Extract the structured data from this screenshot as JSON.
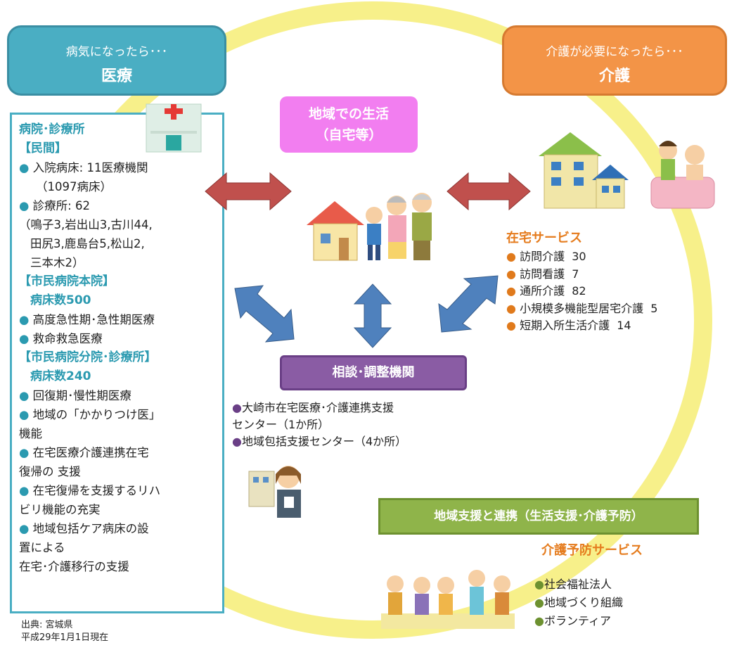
{
  "medical": {
    "header_line1": "病気になったら･･･",
    "header_line2": "医療",
    "panel": {
      "hospital_title": "病院･診療所",
      "private_heading": "【民間】",
      "inpatient_line": "入院病床: 11医療機関",
      "inpatient_beds": "（1097病床）",
      "clinics_line": "診療所: 62",
      "clinics_detail_1": "（鳴子3,岩出山3,古川44,",
      "clinics_detail_2": "田尻3,鹿島台5,松山2,",
      "clinics_detail_3": "三本木2）",
      "main_hospital_heading": "【市民病院本院】",
      "main_hospital_beds": "病床数500",
      "main_item_1": "高度急性期･急性期医療",
      "main_item_2": "救命救急医療",
      "branch_heading": "【市民病院分院･診療所】",
      "branch_beds": "病床数240",
      "branch_item_1": "回復期･慢性期医療",
      "branch_item_2a": "地域の「かかりつけ医」",
      "branch_item_2b": "機能",
      "branch_item_3a": "在宅医療介護連携在宅",
      "branch_item_3b": "復帰の 支援",
      "branch_item_4a": "在宅復帰を支援するリハ",
      "branch_item_4b": "ビリ機能の充実",
      "branch_item_5a": "地域包括ケア病床の設",
      "branch_item_5b": "置による",
      "branch_item_5c": "在宅･介護移行の支援"
    }
  },
  "care": {
    "header_line1": "介護が必要になったら･･･",
    "header_line2": "介護"
  },
  "life": {
    "line1": "地域での生活",
    "line2": "（自宅等）"
  },
  "home_services": {
    "title": "在宅サービス",
    "items": [
      {
        "label": "訪問介護",
        "count": "30"
      },
      {
        "label": "訪問看護",
        "count": "7"
      },
      {
        "label": "通所介護",
        "count": "82"
      },
      {
        "label": "小規模多機能型居宅介護",
        "count": "5"
      },
      {
        "label": "短期入所生活介護",
        "count": "14"
      }
    ]
  },
  "consultation": {
    "title": "相談･調整機関",
    "item_1a": "大崎市在宅医療･介護連携支援",
    "item_1b": "センター（1か所）",
    "item_2": "地域包括支援センター（4か所）"
  },
  "regional": {
    "header": "地域支援と連携（生活支援･介護予防）",
    "prevention_title": "介護予防サービス",
    "items": [
      "社会福祉法人",
      "地域づくり組織",
      "ボランティア"
    ]
  },
  "source": {
    "line1": "出典: 宮城県",
    "line2": "平成29年1月1日現在"
  },
  "colors": {
    "medical": "#4aaec3",
    "care": "#f39447",
    "life": "#f27ef0",
    "consultation": "#8a5ca4",
    "regional": "#8fb44a",
    "ring": "#f7f08a",
    "arrow_red": "#c0504d",
    "arrow_blue": "#4f81bd"
  },
  "bullet_symbol": "●"
}
